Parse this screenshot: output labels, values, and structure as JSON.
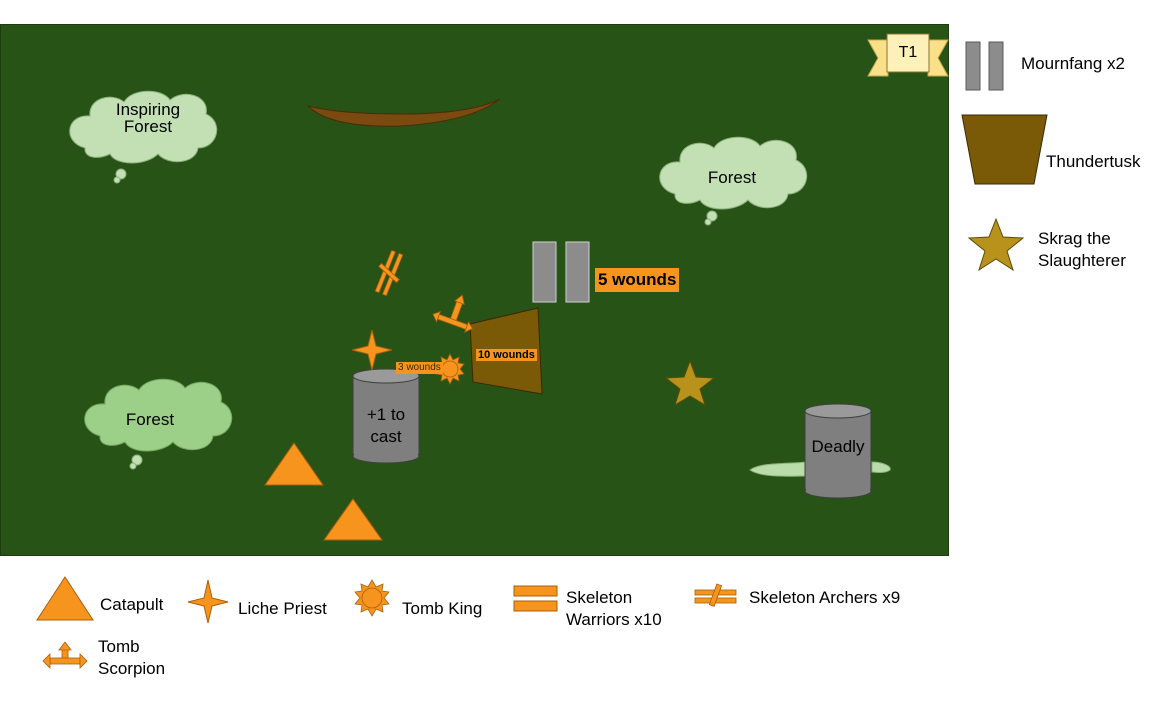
{
  "board": {
    "turn_marker": "T1",
    "terrain": {
      "inspiring_forest": "Inspiring\nForest",
      "forest_top_right": "Forest",
      "forest_bottom_left": "Forest",
      "tower_cast": "+1 to\ncast",
      "tower_deadly": "Deadly"
    },
    "wound_labels": {
      "mournfang": "5 wounds",
      "thundertusk": "10 wounds",
      "tomb_king": "3 wounds"
    }
  },
  "legend_right": [
    {
      "label": "Mournfang x2",
      "icon": "mournfang-icon"
    },
    {
      "label": "Thundertusk",
      "icon": "thundertusk-icon"
    },
    {
      "label": "Skrag the\nSlaughterer",
      "icon": "star-icon"
    }
  ],
  "legend_bottom": [
    {
      "label": "Catapult",
      "icon": "triangle-icon"
    },
    {
      "label": "Liche Priest",
      "icon": "four-point-star-icon"
    },
    {
      "label": "Tomb King",
      "icon": "sun-icon"
    },
    {
      "label": "Skeleton\nWarriors x10",
      "icon": "double-bar-icon"
    },
    {
      "label": "Skeleton Archers x9",
      "icon": "crossed-bar-icon"
    },
    {
      "label": "Tomb\nScorpion",
      "icon": "arrow-cross-icon"
    }
  ],
  "colors": {
    "board": "#275317",
    "orange": "#f7941d",
    "grey": "#8c8c8c",
    "brown": "#7a5a06",
    "star": "#b8921a",
    "cloud": "#c2e0b4",
    "river": "#7a4a10"
  }
}
